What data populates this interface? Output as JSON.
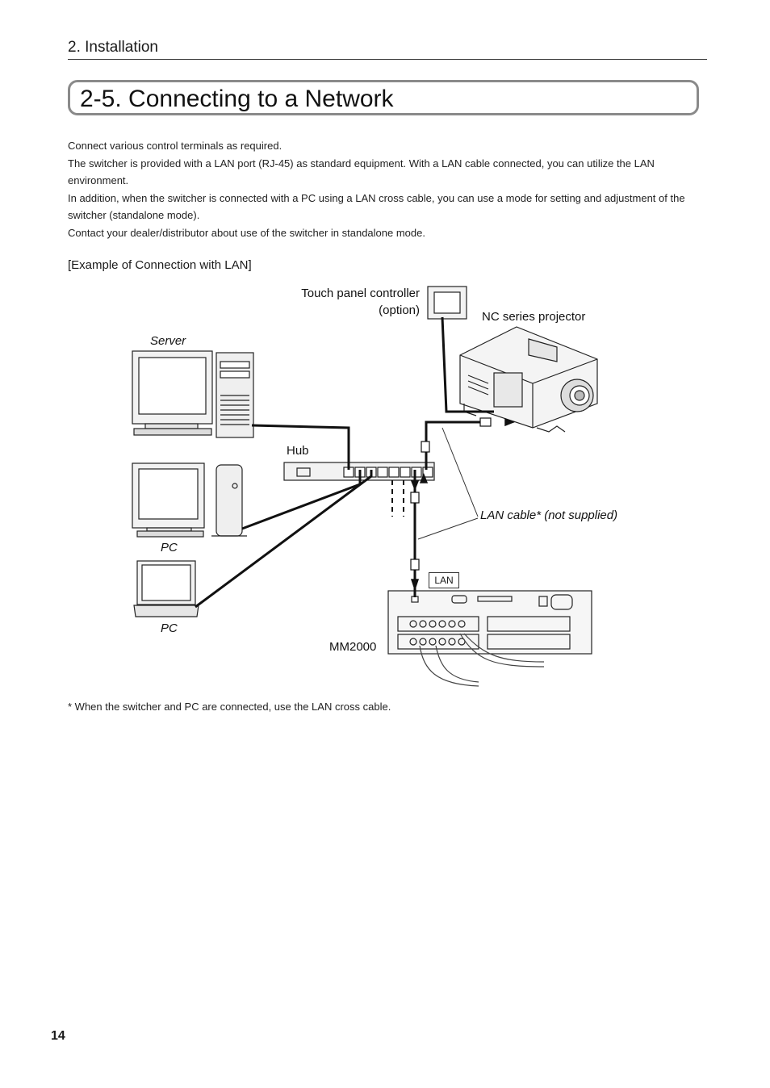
{
  "header": {
    "section": "2. Installation"
  },
  "title": "2-5. Connecting to a Network",
  "intro": {
    "p1": "Connect various control terminals as required.",
    "p2": "The switcher is provided with a LAN port (RJ-45) as standard equipment.  With a LAN cable connected, you can utilize the LAN environment.",
    "p3": "In addition, when the switcher is connected with a PC using a LAN cross cable, you can use a mode for setting and adjustment of the switcher (standalone mode).",
    "p4": "Contact your dealer/distributor about use of the switcher in standalone mode."
  },
  "example_heading": "[Example of Connection with LAN]",
  "diagram": {
    "touch_panel_line1": "Touch panel controller",
    "touch_panel_line2": "(option)",
    "projector": "NC series projector",
    "server": "Server",
    "hub": "Hub",
    "lan_cable": "LAN cable* (not supplied)",
    "pc1": "PC",
    "pc2": "PC",
    "lan_port": "LAN",
    "mm2000": "MM2000"
  },
  "footnote": "* When the switcher and PC are connected, use the LAN cross cable.",
  "page_number": "14"
}
